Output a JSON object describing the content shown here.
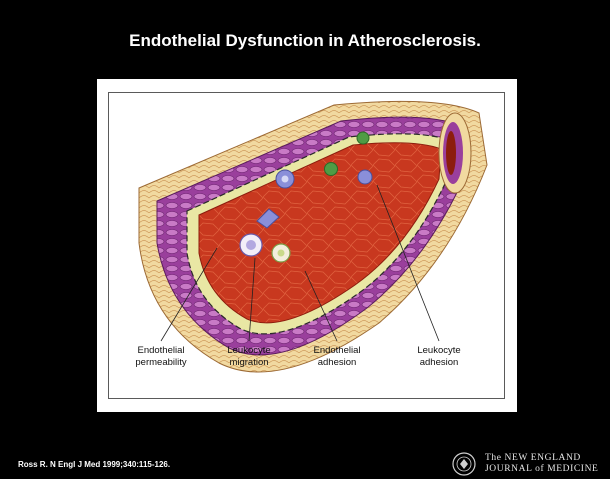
{
  "slide": {
    "title": "Endothelial Dysfunction in Atherosclerosis."
  },
  "diagram": {
    "labels": {
      "endothelial_permeability": [
        "Endothelial",
        "permeability"
      ],
      "leukocyte_migration": [
        "Leukocyte",
        "migration"
      ],
      "endothelial_adhesion": [
        "Endothelial",
        "adhesion"
      ],
      "leukocyte_adhesion": [
        "Leukocyte",
        "adhesion"
      ]
    },
    "colors": {
      "blood": "#c8381f",
      "blood_dark": "#8c1d0d",
      "muscle": "#9a3f9c",
      "muscle_light": "#c97ac6",
      "adventitia": "#f1d9a0",
      "intima": "#e9e7a4",
      "leukocyte": "#8a8fd9",
      "platelet": "#4f9c45"
    }
  },
  "footer": {
    "citation": "Ross R. N Engl J Med 1999;340:115-126.",
    "journal_line1": "The NEW ENGLAND",
    "journal_line2": "JOURNAL of MEDICINE"
  }
}
